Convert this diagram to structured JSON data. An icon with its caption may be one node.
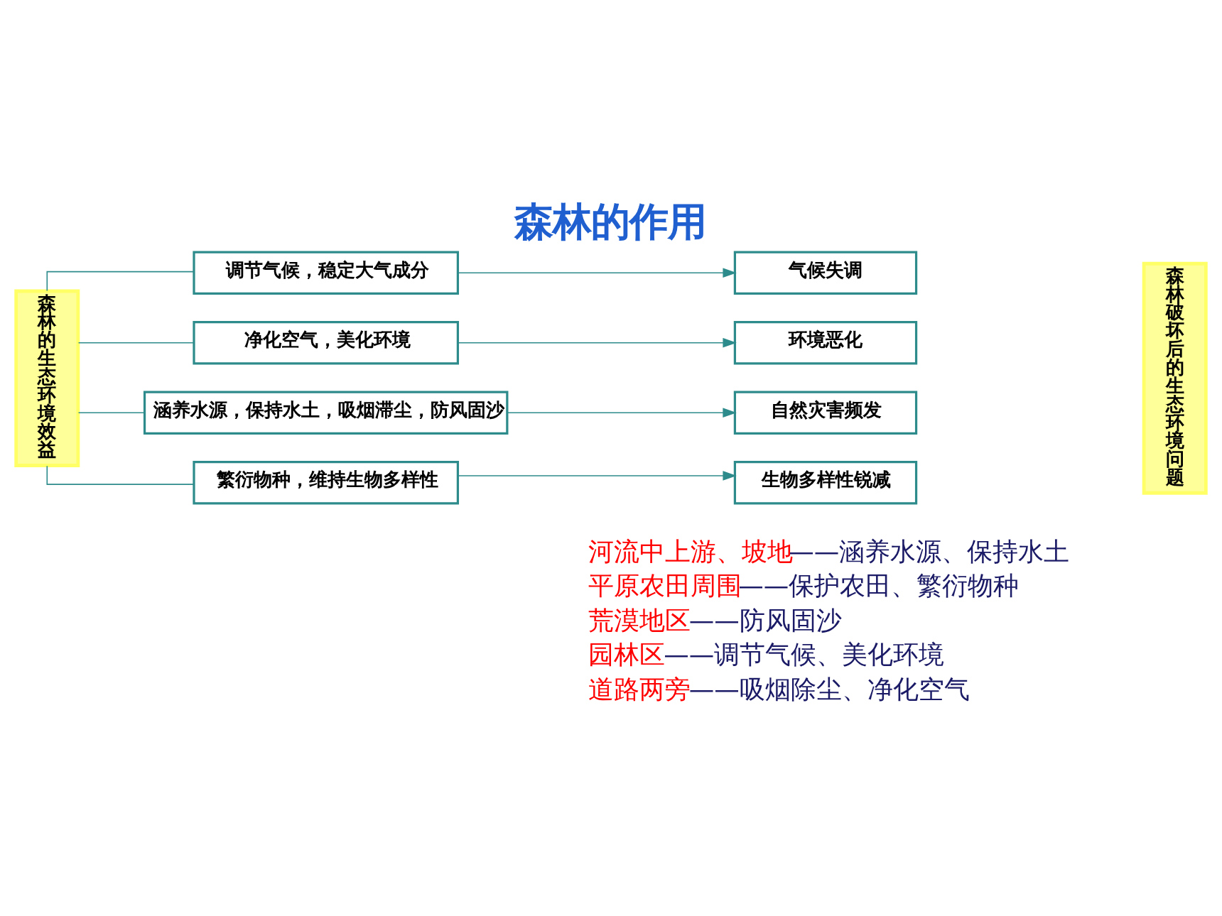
{
  "diagram": {
    "title": "森林的作用",
    "nodes": [
      {
        "text": [
          "森林的生态环境效益"
        ]
      },
      {
        "text": [
          "调节气候，稳定大气成分"
        ]
      },
      {
        "text": [
          "净化空气，美化环境"
        ]
      },
      {
        "text": [
          "涵养水源，保持水土，吸烟滞尘，防风固沙"
        ]
      },
      {
        "text": [
          "繁衍物种，维持生物多样性"
        ]
      },
      {
        "text": [
          "气候失调"
        ]
      },
      {
        "text": [
          "环境恶化"
        ]
      },
      {
        "text": [
          "自然灾害频发"
        ]
      },
      {
        "text": [
          "生物多样性锐减"
        ]
      },
      {
        "text": [
          "森林破坏后的生态环境问题"
        ]
      }
    ],
    "edges": [
      {
        "from": 0,
        "to": 1,
        "arrow": "none"
      },
      {
        "from": 0,
        "to": 2,
        "arrow": "none"
      },
      {
        "from": 0,
        "to": 3,
        "arrow": "none"
      },
      {
        "from": 0,
        "to": 4,
        "arrow": "none"
      },
      {
        "from": 1,
        "to": 5,
        "arrow": "to"
      },
      {
        "from": 2,
        "to": 6,
        "arrow": "to"
      },
      {
        "from": 3,
        "to": 7,
        "arrow": "to"
      },
      {
        "from": 4,
        "to": 8,
        "arrow": "to"
      }
    ],
    "labels": [
      "河流中上游、坡地",
      "——涵养水源、保持水土",
      "平原农田周围",
      "——保护农田、繁衍物种",
      "荒漠地区",
      "——防风固沙",
      "园林区",
      "——调节气候、美化环境",
      "道路两旁",
      "——吸烟除尘、净化空气"
    ]
  }
}
